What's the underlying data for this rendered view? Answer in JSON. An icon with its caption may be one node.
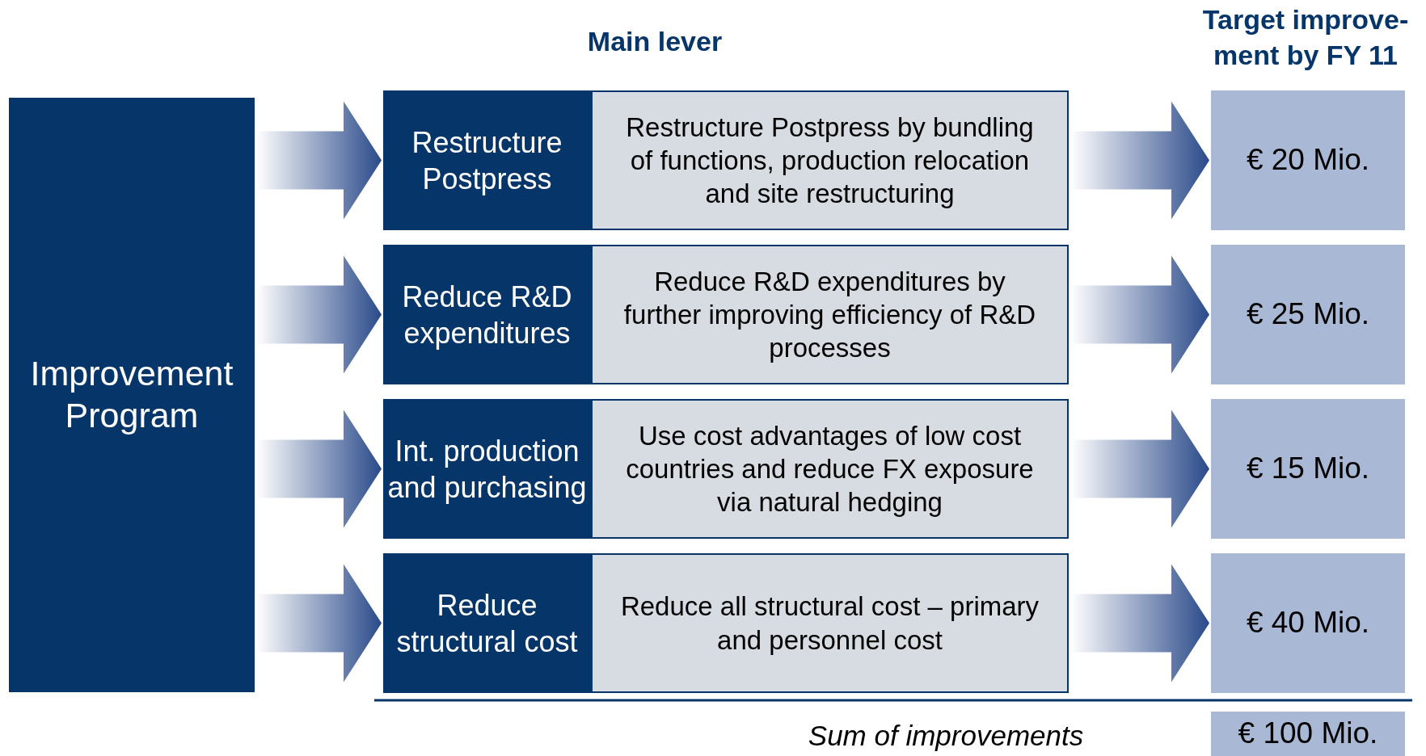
{
  "diagram": {
    "nodes": [
      {
        "text": [
          "Improvement Program"
        ]
      },
      {
        "text": [
          "Restructure Postpress"
        ]
      },
      {
        "text": [
          "Restructure Postpress by bundling of functions, production relocation and site restructuring"
        ]
      },
      {
        "text": [
          "€ 20 Mio."
        ]
      },
      {
        "text": [
          "Reduce R&D expenditures"
        ]
      },
      {
        "text": [
          "Reduce R&D expenditures by further improving efficiency of R&D processes"
        ]
      },
      {
        "text": [
          "€ 25 Mio."
        ]
      },
      {
        "text": [
          "Int. production and purchasing"
        ]
      },
      {
        "text": [
          "Use cost advantages of low cost countries and reduce FX exposure via natural hedging"
        ]
      },
      {
        "text": [
          "€ 15 Mio."
        ]
      },
      {
        "text": [
          "Reduce structural cost"
        ]
      },
      {
        "text": [
          "Reduce all structural cost – primary and personnel cost"
        ]
      },
      {
        "text": [
          "€ 40 Mio."
        ]
      },
      {
        "text": [
          "€ 100 Mio."
        ]
      }
    ],
    "edges": [
      {
        "from": 0,
        "to": 1,
        "arrow": "to"
      },
      {
        "from": 0,
        "to": 4,
        "arrow": "to"
      },
      {
        "from": 0,
        "to": 7,
        "arrow": "to"
      },
      {
        "from": 0,
        "to": 10,
        "arrow": "to"
      },
      {
        "from": 2,
        "to": 3,
        "arrow": "to"
      },
      {
        "from": 5,
        "to": 6,
        "arrow": "to"
      },
      {
        "from": 8,
        "to": 9,
        "arrow": "to"
      },
      {
        "from": 11,
        "to": 12,
        "arrow": "to"
      }
    ],
    "labels": [
      "Main lever",
      "Target improve-ment by FY 11",
      "Sum of improvements"
    ]
  }
}
